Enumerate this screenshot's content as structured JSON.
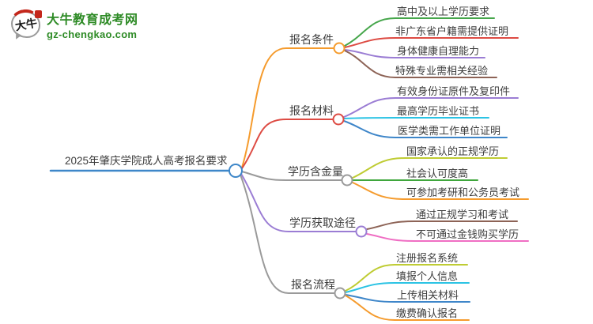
{
  "site": {
    "logo_text": "大牛",
    "brand_name": "大牛教育成考网",
    "brand_url": "gz-chengkao.com",
    "brand_color": "#2e8b26"
  },
  "mindmap": {
    "root": {
      "label": "2025年肇庆学院成人高考报名要求",
      "color": "#3e87c9"
    },
    "branches": [
      {
        "label": "报名条件",
        "color": "#f59b2d",
        "children": [
          {
            "label": "高中及以上学历要求",
            "color": "#46a64b"
          },
          {
            "label": "非广东省户籍需提供证明",
            "color": "#dd4b43"
          },
          {
            "label": "身体健康自理能力",
            "color": "#9b7dd4"
          },
          {
            "label": "特殊专业需相关经验",
            "color": "#8d6356"
          }
        ]
      },
      {
        "label": "报名材料",
        "color": "#dd4b43",
        "children": [
          {
            "label": "有效身份证原件及复印件",
            "color": "#9b7dd4"
          },
          {
            "label": "最高学历毕业证书",
            "color": "#2bc3e4"
          },
          {
            "label": "医学类需工作单位证明",
            "color": "#3e86c9"
          }
        ]
      },
      {
        "label": "学历含金量",
        "color": "#9a9a9a",
        "children": [
          {
            "label": "国家承认的正规学历",
            "color": "#bfcc33"
          },
          {
            "label": "社会认可度高",
            "color": "#3fa63c"
          },
          {
            "label": "可参加考研和公务员考试",
            "color": "#f59b2d"
          }
        ]
      },
      {
        "label": "学历获取途径",
        "color": "#9b7dd4",
        "children": [
          {
            "label": "通过正规学习和考试",
            "color": "#8d6356"
          },
          {
            "label": "不可通过金钱购买学历",
            "color": "#ef6ec3"
          }
        ]
      },
      {
        "label": "报名流程",
        "color": "#9a9a9a",
        "children": [
          {
            "label": "注册报名系统",
            "color": "#bfcc33"
          },
          {
            "label": "填报个人信息",
            "color": "#2bc3e4"
          },
          {
            "label": "上传相关材料",
            "color": "#3e86c9"
          },
          {
            "label": "缴费确认报名",
            "color": "#f59b2d"
          }
        ]
      }
    ]
  }
}
